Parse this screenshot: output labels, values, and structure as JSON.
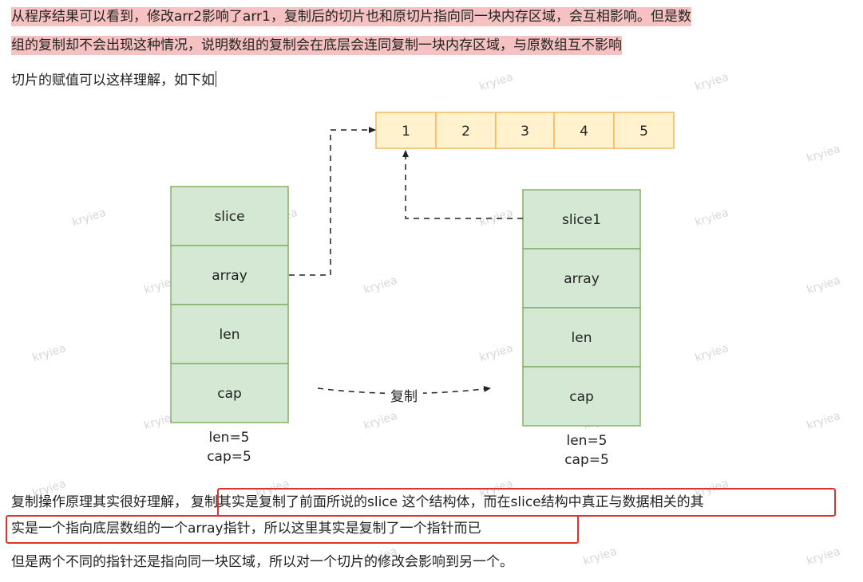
{
  "paragraphs": {
    "p1_line1": "从程序结果可以看到，修改arr2影响了arr1，复制后的切片也和原切片指向同一块内存区域，会互相影响。但是数",
    "p1_line2": "组的复制却不会出现这种情况，说明数组的复制会在底层会连同复制一块内存区域，与原数组互不影响",
    "p2": "切片的赋值可以这样理解，如下如",
    "p3_prefix": "复制操作原理其实很好理解，",
    "p3_boxed_line1": "复制其实是复制了前面所说的slice 这个结构体，而在slice结构中真正与数据相关的其",
    "p3_boxed_line2": "实是一个指向底层数组的一个array指针，所以这里其实是复制了一个指针而已",
    "p4": "但是两个不同的指针还是指向同一块区域，所以对一个切片的修改会影响到另一个。"
  },
  "diagram": {
    "array_cells": [
      "1",
      "2",
      "3",
      "4",
      "5"
    ],
    "left_struct": [
      "slice",
      "array",
      "len",
      "cap"
    ],
    "left_caption": [
      "len=5",
      "cap=5"
    ],
    "right_struct": [
      "slice1",
      "array",
      "len",
      "cap"
    ],
    "right_caption": [
      "len=5",
      "cap=5"
    ],
    "copy_label": "复制"
  },
  "watermark": "kryiea",
  "colors": {
    "highlight": "#f5c1c1",
    "red_box": "#e0322d",
    "array_fill": "#fff2cc",
    "array_stroke": "#f5b860",
    "struct_fill": "#d5e8d4",
    "struct_stroke": "#82b366"
  }
}
